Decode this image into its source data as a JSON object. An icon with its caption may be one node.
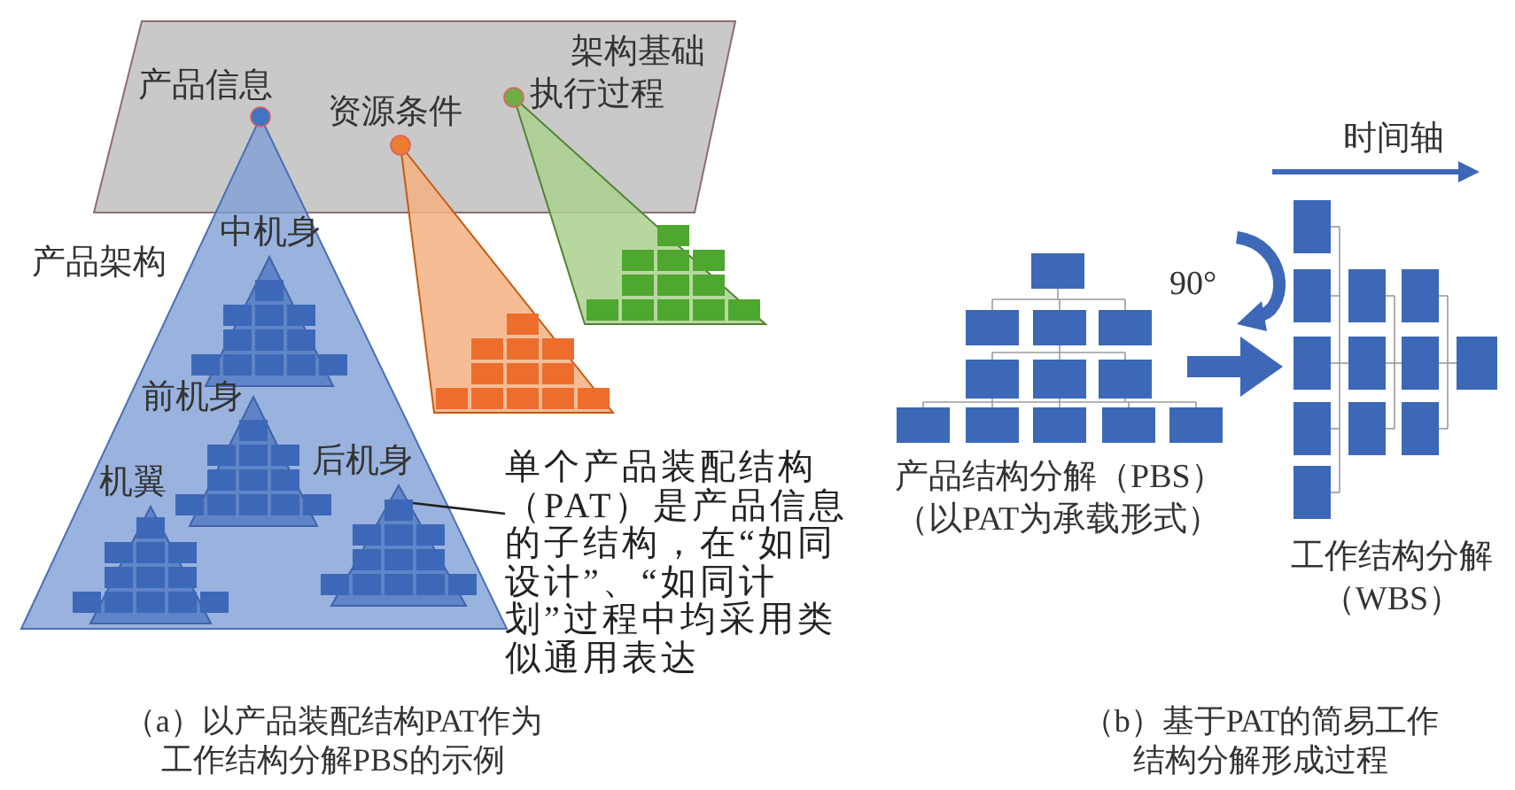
{
  "diagram": {
    "nodes": [
      {
        "text": [
          "架构基础"
        ]
      },
      {
        "text": [
          "产品信息"
        ],
        "in": 0
      },
      {
        "text": [
          "资源条件"
        ],
        "in": 0
      },
      {
        "text": [
          "执行过程"
        ],
        "in": 0
      },
      {
        "text": [
          "产品架构"
        ]
      },
      {
        "text": [
          "中机身"
        ],
        "in": 4
      },
      {
        "text": [
          "前机身"
        ],
        "in": 4
      },
      {
        "text": [
          "机翼"
        ],
        "in": 4
      },
      {
        "text": [
          "后机身"
        ],
        "in": 4
      },
      {
        "text": [],
        "shape": "triangle"
      },
      {
        "text": [],
        "shape": "triangle"
      },
      {
        "text": [
          "单个产品装配结构（PAT）是产品信息的子结构，在“如同设计”、“如同计划”过程中均采用类似通用表达"
        ]
      },
      {
        "text": [],
        "shape": "picture",
        "beside": [
          "产品结构分解（PBS）（以PAT为承载形式）"
        ]
      },
      {
        "text": [],
        "shape": "picture",
        "beside": [
          "工作结构分解（WBS）"
        ]
      }
    ],
    "edges": [
      {
        "from": 11,
        "to": 8,
        "arrow": "none"
      },
      {
        "from": 12,
        "to": 13,
        "arrow": "to",
        "style": "thick",
        "color": "#3d68b8"
      }
    ],
    "labels": [
      "时间轴",
      "90°",
      "（a）以产品装配结构PAT作为工作结构分解PBS的示例",
      "（b）基于PAT的简易工作结构分解形成过程"
    ]
  }
}
